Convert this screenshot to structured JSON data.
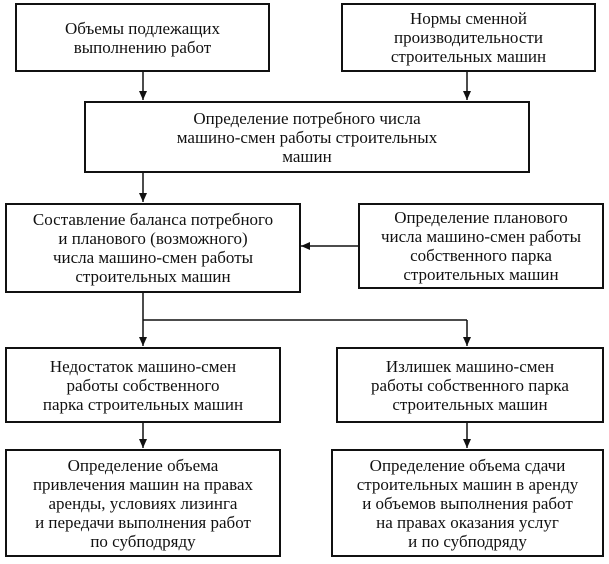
{
  "boxes": {
    "work_volumes": [
      "Объемы подлежащих",
      "выполнению работ"
    ],
    "productivity_norms": [
      "Нормы сменной",
      "производительности",
      "строительных машин"
    ],
    "required_shifts": [
      "Определение потребного числа",
      "машино-смен работы строительных",
      "машин"
    ],
    "balance": [
      "Составление баланса потребного",
      "и планового (возможного)",
      "числа машино-смен работы",
      "строительных машин"
    ],
    "planned_shifts": [
      "Определение планового",
      "числа машино-смен работы",
      "собственного парка",
      "строительных машин"
    ],
    "shortage": [
      "Недостаток машино-смен",
      "работы собственного",
      "парка строительных машин"
    ],
    "surplus": [
      "Излишек машино-смен",
      "работы собственного парка",
      "строительных машин"
    ],
    "attract_volume": [
      "Определение объема",
      "привлечения машин на правах",
      "аренды, условиях лизинга",
      "и передачи выполнения работ",
      "по субподряду"
    ],
    "rent_out_volume": [
      "Определение объема сдачи",
      "строительных машин в аренду",
      "и объемов выполнения работ",
      "на правах оказания услуг",
      "и по субподряду"
    ]
  }
}
